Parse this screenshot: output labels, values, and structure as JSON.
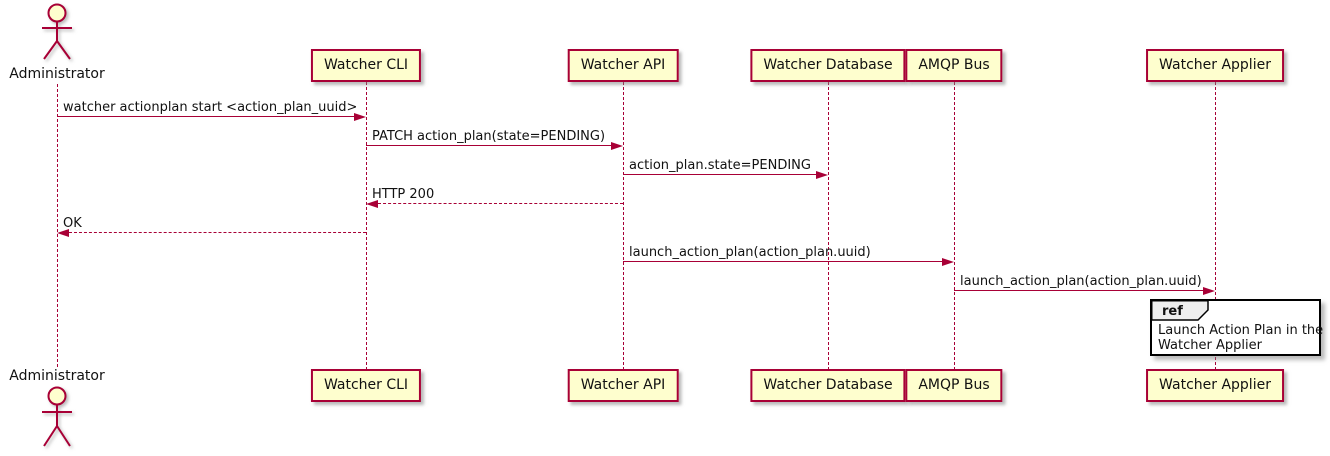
{
  "diagram_type": "sequence",
  "colors": {
    "background": "#FFFFFF",
    "participant_fill": "#FEFECE",
    "participant_border": "#A80036",
    "arrow_line": "#A80036",
    "text": "#111111",
    "ref_border": "#000000",
    "ref_tab_fill": "#EEEEEE",
    "ref_body_fill": "#FFFFFF"
  },
  "actor": {
    "label": "Administrator"
  },
  "participants": [
    {
      "label": "Watcher CLI"
    },
    {
      "label": "Watcher API"
    },
    {
      "label": "Watcher Database"
    },
    {
      "label": "AMQP Bus"
    },
    {
      "label": "Watcher Applier"
    }
  ],
  "messages": [
    {
      "from": "Administrator",
      "to": "Watcher CLI",
      "label": "watcher actionplan start <action_plan_uuid>",
      "line": "solid"
    },
    {
      "from": "Watcher CLI",
      "to": "Watcher API",
      "label": "PATCH action_plan(state=PENDING)",
      "line": "solid"
    },
    {
      "from": "Watcher API",
      "to": "Watcher Database",
      "label": "action_plan.state=PENDING",
      "line": "solid"
    },
    {
      "from": "Watcher API",
      "to": "Watcher CLI",
      "label": "HTTP 200",
      "line": "dashed"
    },
    {
      "from": "Watcher CLI",
      "to": "Administrator",
      "label": "OK",
      "line": "dashed"
    },
    {
      "from": "Watcher API",
      "to": "AMQP Bus",
      "label": "launch_action_plan(action_plan.uuid)",
      "line": "solid"
    },
    {
      "from": "AMQP Bus",
      "to": "Watcher Applier",
      "label": "launch_action_plan(action_plan.uuid)",
      "line": "solid"
    }
  ],
  "ref": {
    "keyword": "ref",
    "line1": "Launch Action Plan in the",
    "line2": "Watcher Applier"
  }
}
